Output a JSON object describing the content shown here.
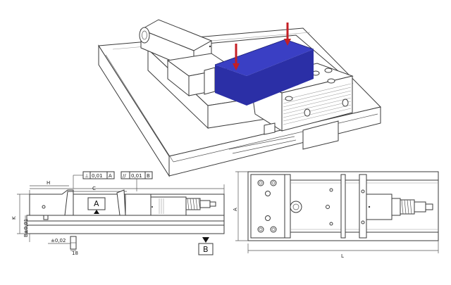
{
  "colors": {
    "workpiece": "#2b2fa6",
    "workpiece_top": "#3a3fc4",
    "arrow": "#c41e24",
    "line": "#3a3a3a"
  },
  "icons": {
    "force_arrows": "red-down-arrow"
  },
  "side_view": {
    "dim_h": "H",
    "dim_c": "C",
    "dim_k": "K",
    "dim_b": "B±0,01",
    "tol_flat": "±0,02",
    "dim_18": "18",
    "datum_a": "A",
    "datum_b": "B",
    "fcf_perp": {
      "symbol": "⊥",
      "value": "0,01",
      "datum": "A"
    },
    "fcf_par": {
      "symbol": "//",
      "value": "0,01",
      "datum": "B"
    }
  },
  "top_view": {
    "dim_a": "A",
    "dim_l": "L"
  }
}
